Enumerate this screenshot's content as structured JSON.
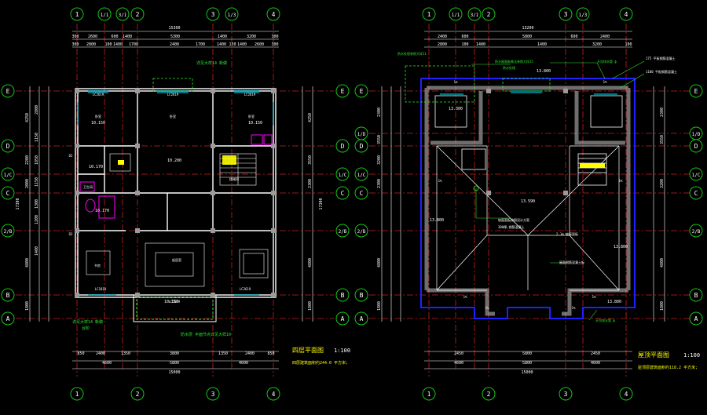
{
  "colors": {
    "background": "#000000",
    "grid_axis": "#cc2020",
    "dimension": "#ffffff",
    "bubble": "#18c418",
    "wall": "#ffffff",
    "column": "#9a9a9a",
    "hatch": "#c8c8c8",
    "green_annot": "#2ee82e",
    "yellow": "#ffff00",
    "magenta": "#ff00ff",
    "cyan": "#00e5ff",
    "blue_roof": "#2020ff",
    "label_yellow": "#ffff00"
  },
  "left_plan": {
    "top_axes": [
      "1",
      "1/1",
      "3/1",
      "2",
      "3",
      "1/3",
      "4"
    ],
    "bottom_axes": [
      "1",
      "2",
      "3",
      "4"
    ],
    "left_axes": [
      "E",
      "D",
      "1/C",
      "C",
      "2/B",
      "B",
      "A"
    ],
    "right_axes": [
      "E",
      "D",
      "1/C",
      "C",
      "2/B",
      "B",
      "A"
    ],
    "top_total": "15300",
    "top_dims_row1": [
      "300",
      "2600",
      "600",
      "1400",
      "5300",
      "1400",
      "3200",
      "300"
    ],
    "top_dims_row2": [
      "300",
      "2800",
      "100",
      "1400",
      "1700",
      "2400",
      "1700",
      "1400",
      "150",
      "1400",
      "2600",
      "300"
    ],
    "left_dims_outer": [
      "4250",
      "2200",
      "2000",
      "4800",
      "1800"
    ],
    "left_dims_inner": [
      "2800",
      "1150",
      "1850",
      "1150",
      "1300",
      "1200",
      "1400"
    ],
    "left_total": "17300",
    "right_dims_outer": [
      "4250",
      "3550",
      "2300",
      "4800",
      "1800"
    ],
    "right_total": "17300",
    "bottom_dims_row1": [
      "850",
      "2400",
      "1350",
      "3800",
      "1350",
      "2400",
      "850"
    ],
    "bottom_dims_row2": [
      "4600",
      "5800",
      "4600"
    ],
    "bottom_total": "15000",
    "annotations": {
      "top_note": "详见大样14  新做",
      "bottom_left_note": "详见大样14  新做",
      "bottom_left_note2": "台阶",
      "bottom_note": "防水层  平面节点详见大样10",
      "room_labels": [
        "LC2619",
        "LC2619",
        "LC2619",
        "LC1819",
        "LC2619",
        "LC2619",
        "卧室",
        "卧室",
        "卧室",
        "书房",
        "起居室",
        "卫生间",
        "楼梯间",
        "D2",
        "D2"
      ],
      "elevations": [
        "10.150",
        "10.150",
        "10.170",
        "10.200",
        "10.170",
        "10.150"
      ]
    },
    "title": "四层平面图",
    "scale": "1:100",
    "subtitle": "四层建筑面积约244.0  平方米;"
  },
  "right_plan": {
    "top_axes": [
      "1",
      "1/1",
      "3/1",
      "2",
      "3",
      "1/3",
      "4"
    ],
    "bottom_axes": [
      "1",
      "2",
      "3",
      "4"
    ],
    "left_axes": [
      "E",
      "1/D",
      "D",
      "1/C",
      "C",
      "2/B",
      "B",
      "A"
    ],
    "right_axes": [
      "E",
      "1/D",
      "D",
      "1/C",
      "C",
      "2/B",
      "B",
      "A"
    ],
    "top_total": "13200",
    "top_dims_row1": [
      "2400",
      "600",
      "5800",
      "600",
      "2400"
    ],
    "top_dims_row2": [
      "2800",
      "100",
      "1400",
      "1400",
      "3200",
      "100"
    ],
    "left_dims": [
      "2300",
      "3550",
      "3200",
      "2300",
      "4800",
      "1800"
    ],
    "right_dims": [
      "2300",
      "3550",
      "3200",
      "4800",
      "1800"
    ],
    "bottom_dims_row1": [
      "2450",
      "5800",
      "2450"
    ],
    "bottom_dims_row2": [
      "4600",
      "5800",
      "4600"
    ],
    "bottom_total": "15000",
    "annotations": {
      "top_note1": "防水处理参照大样11",
      "top_note2": "防水屋面板做法参照大样15",
      "top_note3": "防水处理",
      "top_note4": "175 平板钢筋混凝土",
      "top_note5": "1100 平板钢筋混凝土",
      "top_note6": "天沟排水管 ф",
      "mid_note1": "坡屋面板按照设计方案",
      "mid_note2": "300厚,钢筋混凝土",
      "mid_note3": "2.1m 坡屋面板",
      "mid_note4": "屋面钢筋混凝土板",
      "bottom_note": "天沟排水管 ф",
      "elevations": [
        "13.800",
        "13.300",
        "13.590",
        "13.800",
        "13.800",
        "13.800"
      ],
      "slope_labels": [
        "1%",
        "1%",
        "1%",
        "1%",
        "1%",
        "1%",
        "1%",
        "1%"
      ]
    },
    "title": "屋顶平面图",
    "scale": "1:100",
    "subtitle": "屋顶层建筑面积约118.2  平方米;"
  }
}
